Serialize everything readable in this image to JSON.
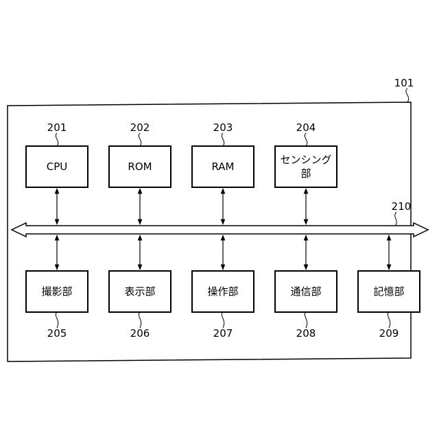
{
  "device": {
    "ref": "101"
  },
  "bus": {
    "ref": "210"
  },
  "top_blocks": [
    {
      "ref": "201",
      "label": [
        "CPU"
      ]
    },
    {
      "ref": "202",
      "label": [
        "ROM"
      ]
    },
    {
      "ref": "203",
      "label": [
        "RAM"
      ]
    },
    {
      "ref": "204",
      "label": [
        "センシング",
        "部"
      ]
    }
  ],
  "bottom_blocks": [
    {
      "ref": "205",
      "label": [
        "撮影部"
      ]
    },
    {
      "ref": "206",
      "label": [
        "表示部"
      ]
    },
    {
      "ref": "207",
      "label": [
        "操作部"
      ]
    },
    {
      "ref": "208",
      "label": [
        "通信部"
      ]
    },
    {
      "ref": "209",
      "label": [
        "記憶部"
      ]
    }
  ]
}
